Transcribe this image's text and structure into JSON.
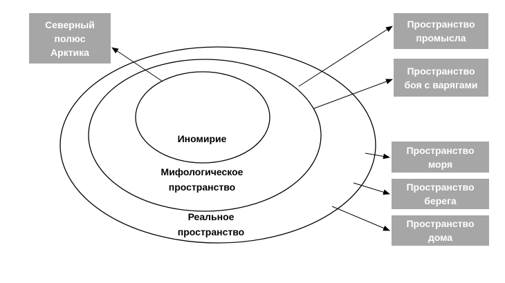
{
  "zones": {
    "inner": "Иномирие",
    "middle": "Мифологическое\nпространство",
    "outer": "Реальное\nпространство"
  },
  "boxes": {
    "north_pole": "Северный\nполюс\nАрктика",
    "trade": "Пространство\nпромысла",
    "battle": "Пространство\nбоя с варягами",
    "sea": "Пространство\nморя",
    "shore": "Пространство\nберега",
    "home": "Пространство\nдома"
  },
  "colors": {
    "box_fill": "#a6a6a6",
    "box_text": "#ffffff",
    "lines": "#000000"
  }
}
